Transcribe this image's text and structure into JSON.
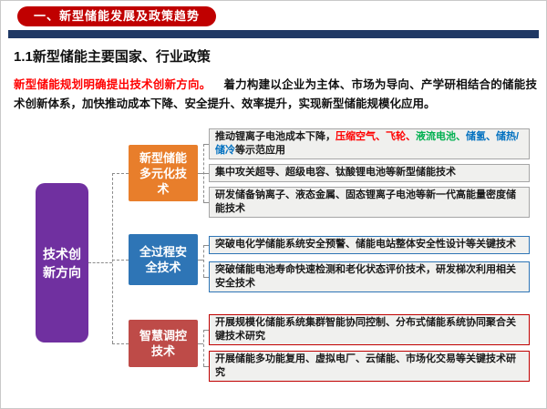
{
  "header": {
    "title": "一、新型储能发展及政策趋势",
    "bg": "#C00000",
    "bar_color": "#1F3864"
  },
  "section": {
    "title": "1.1新型储能主要国家、行业政策"
  },
  "intro": {
    "highlight": "新型储能规划明确提出技术创新方向。",
    "highlight_color": "#FF0000",
    "body": "着力构建以企业为主体、市场为导向、产学研相结合的储能技术创新体系，加快推动成本下降、安全提升、效率提升，实现新型储能规模化应用。"
  },
  "diagram": {
    "root": {
      "label": "技术创新方向",
      "color": "#7030A0"
    },
    "branches": [
      {
        "label": "新型储能多元化技术",
        "color": "#E87E2B",
        "item_border": "#A6A6A6",
        "items": [
          {
            "segments": [
              {
                "text": "推动锂离子电池成本下降，",
                "color": "#1A1A1A"
              },
              {
                "text": "压缩空气、飞轮、",
                "color": "#FF0000"
              },
              {
                "text": "液流电池、",
                "color": "#00B050"
              },
              {
                "text": "储氢、储热/储冷",
                "color": "#0070C0"
              },
              {
                "text": "等示范应用",
                "color": "#1A1A1A"
              }
            ]
          },
          {
            "segments": [
              {
                "text": "集中攻关超导、超级电容、钛酸锂电池等新型储能技术",
                "color": "#1A1A1A"
              }
            ]
          },
          {
            "segments": [
              {
                "text": "研发储备钠离子、液态金属、固态锂离子电池等新一代高能量密度储能技术",
                "color": "#1A1A1A"
              }
            ]
          }
        ]
      },
      {
        "label": "全过程安全技术",
        "color": "#2E75B6",
        "item_border": "#2E75B6",
        "items": [
          {
            "segments": [
              {
                "text": "突破电化学储能系统安全预警、储能电站整体安全性设计等关键技术",
                "color": "#1A1A1A"
              }
            ]
          },
          {
            "segments": [
              {
                "text": "突破储能电池寿命快速检测和老化状态评价技术，研发梯次利用相关安全技术",
                "color": "#1A1A1A"
              }
            ]
          }
        ]
      },
      {
        "label": "智慧调控技术",
        "color": "#BE4B48",
        "item_border": "#C00000",
        "items": [
          {
            "segments": [
              {
                "text": "开展规模化储能系统集群智能协同控制、分布式储能系统协同聚合关键技术研究",
                "color": "#1A1A1A"
              }
            ]
          },
          {
            "segments": [
              {
                "text": "开展储能多功能复用、虚拟电厂、云储能、市场化交易等关键技术研究",
                "color": "#1A1A1A"
              }
            ]
          }
        ]
      }
    ]
  }
}
